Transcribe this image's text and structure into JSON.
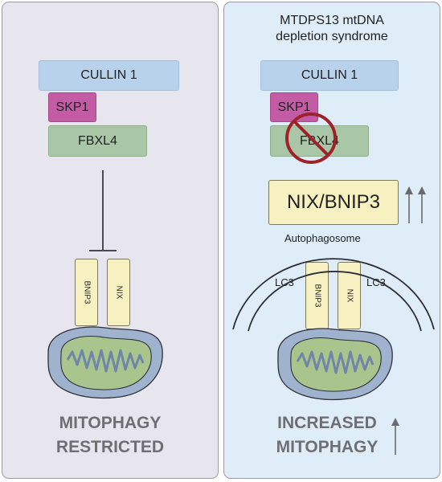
{
  "left": {
    "cullin_label": "CULLIN 1",
    "skp1_label": "SKP1",
    "fbxl4_label": "FBXL4",
    "bnip3_label": "BNIP3",
    "nix_label": "NIX",
    "outcome_line1": "MITOPHAGY",
    "outcome_line2": "RESTRICTED"
  },
  "right": {
    "title_line1": "MTDPS13 mtDNA",
    "title_line2": "depletion syndrome",
    "cullin_label": "CULLIN 1",
    "skp1_label": "SKP1",
    "fbxl4_label": "FBXL4",
    "nix_bnip3_label": "NIX/BNIP3",
    "autophagosome_label": "Autophagosome",
    "lc3_left_label": "LC3",
    "lc3_right_label": "LC3",
    "bnip3_label": "BNIP3",
    "nix_label": "NIX",
    "outcome_line1": "INCREASED",
    "outcome_line2": "MITOPHAGY"
  },
  "colors": {
    "left_panel_bg": "#e7e6ef",
    "right_panel_bg": "#deedf7",
    "cullin": "#b9d2ec",
    "skp1": "#c45ba5",
    "fbxl4": "#a9c7a7",
    "receptor": "#f7f1c2",
    "mitochondrion": "#9fb3cf",
    "cristae": "#a9c58d",
    "prohibition": "#9e2228"
  },
  "icons": [
    "inhibition-arrow",
    "prohibition-icon",
    "up-arrow-icon",
    "mitochondrion-icon",
    "autophagosome-membrane"
  ]
}
